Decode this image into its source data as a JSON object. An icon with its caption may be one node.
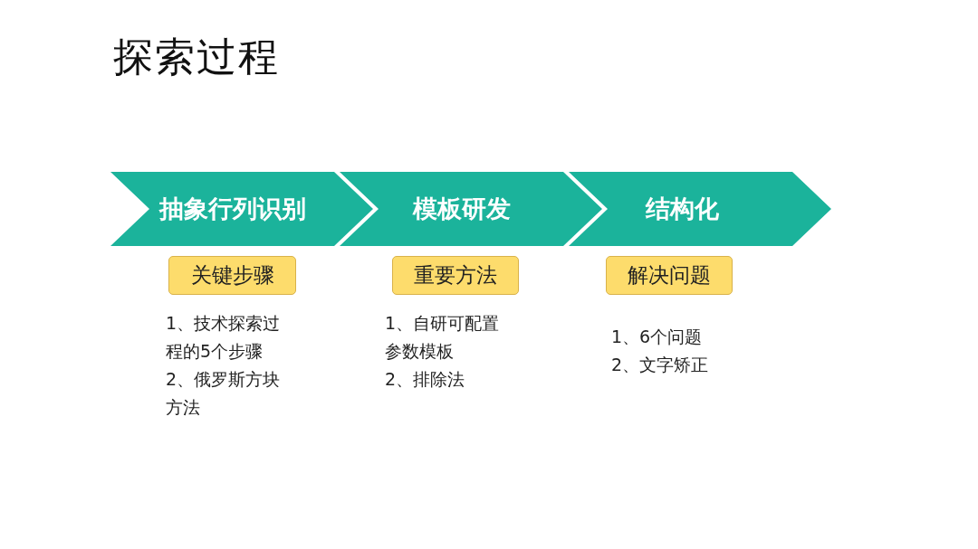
{
  "diagram": {
    "title": "探索过程",
    "nodes": [
      {
        "text": [
          "抽象行列识别"
        ]
      },
      {
        "text": [
          "模板研发"
        ]
      },
      {
        "text": [
          "结构化"
        ]
      },
      {
        "text": [
          "关键步骤"
        ]
      },
      {
        "text": [
          "重要方法"
        ]
      },
      {
        "text": [
          "解决问题"
        ]
      }
    ],
    "labels": [
      "1、技术探索过程的5个步骤",
      "2、俄罗斯方块方法",
      "1、自研可配置参数模板",
      "2、排除法",
      "1、6个问题",
      "2、文字矫正"
    ]
  }
}
